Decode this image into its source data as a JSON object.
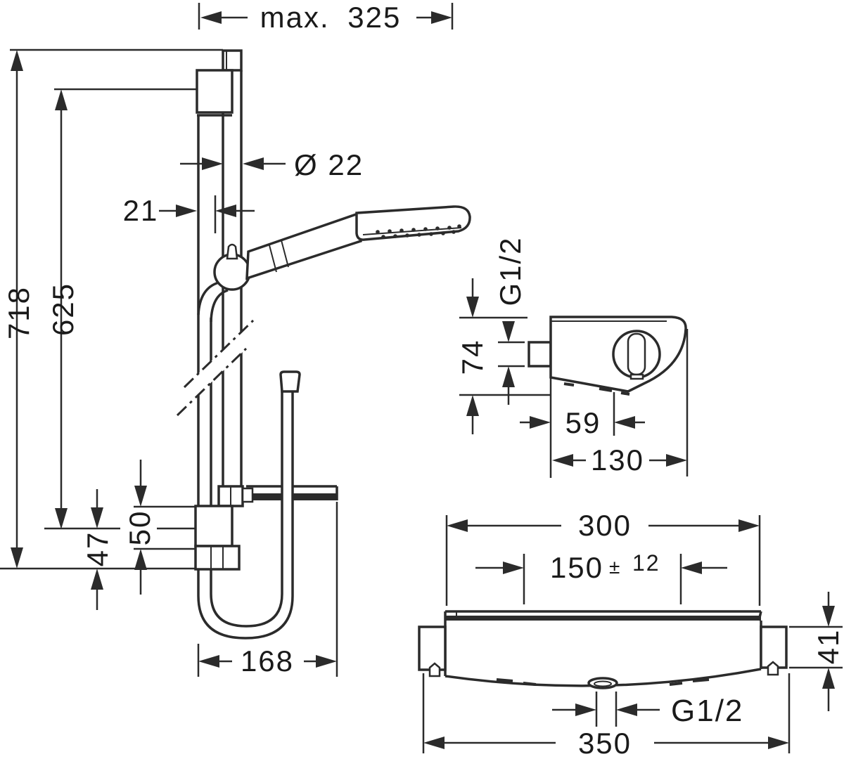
{
  "colors": {
    "line": "#2b2b2b",
    "text": "#1a1a1a",
    "background": "#ffffff"
  },
  "dimensions": {
    "installation": {
      "max_width": "max. 325",
      "total_height": "718",
      "bar_height": "625",
      "rail_diameter": "Ø 22",
      "wall_offset": "21",
      "slider_height": "50",
      "bottom_offset": "47",
      "hose_loop_width": "168"
    },
    "valve_side": {
      "thread": "G1/2",
      "body_height": "74",
      "handle_depth": "59",
      "total_depth": "130"
    },
    "valve_front": {
      "body_width": "300",
      "connection_spacing": "150",
      "tolerance_sign": "±",
      "tolerance_value": "12",
      "connector_height": "41",
      "outlet_thread": "G1/2",
      "total_width": "350"
    }
  }
}
